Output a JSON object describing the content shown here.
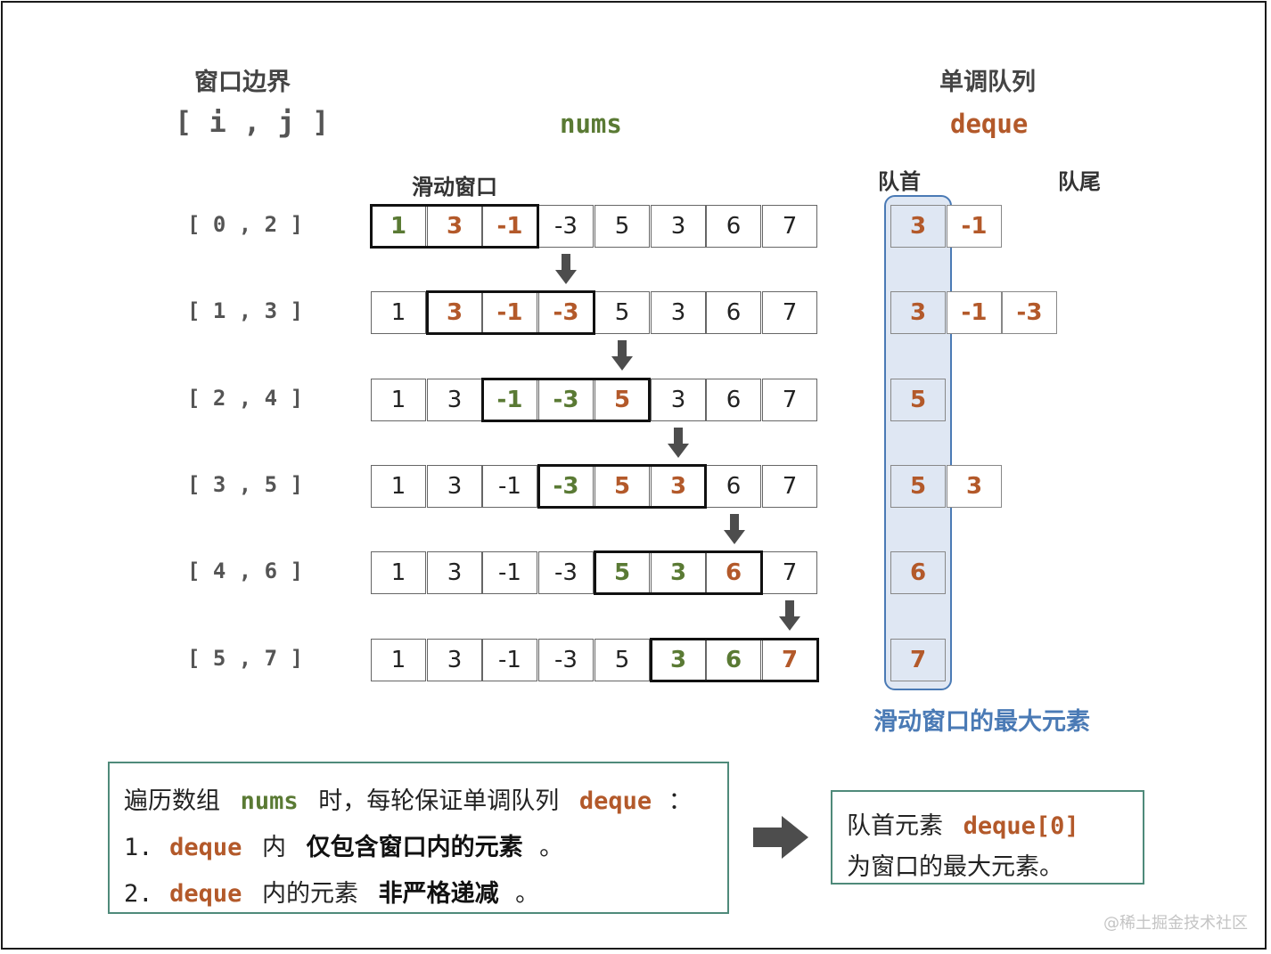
{
  "headers": {
    "window_title": "窗口边界",
    "window_sub": "[ i , j ]",
    "nums_label": "nums",
    "deque_title": "单调队列",
    "deque_label": "deque",
    "sliding_label": "滑动窗口",
    "head_label": "队首",
    "tail_label": "队尾",
    "max_label": "滑动窗口的最大元素"
  },
  "colors": {
    "green": "#5a7a34",
    "orange": "#b3592a",
    "blue": "#4a7ab5",
    "teal_border": "#4f8a7a"
  },
  "rows": [
    {
      "range": "[ 0 , 2 ]",
      "nums": [
        "1",
        "3",
        "-1",
        "-3",
        "5",
        "3",
        "6",
        "7"
      ],
      "colors": [
        "g",
        "o",
        "o",
        "",
        "",
        "",
        "",
        ""
      ],
      "window": [
        0,
        2
      ],
      "deque": [
        "3",
        "-1"
      ]
    },
    {
      "range": "[ 1 , 3 ]",
      "nums": [
        "1",
        "3",
        "-1",
        "-3",
        "5",
        "3",
        "6",
        "7"
      ],
      "colors": [
        "",
        "o",
        "o",
        "o",
        "",
        "",
        "",
        ""
      ],
      "window": [
        1,
        3
      ],
      "deque": [
        "3",
        "-1",
        "-3"
      ]
    },
    {
      "range": "[ 2 , 4 ]",
      "nums": [
        "1",
        "3",
        "-1",
        "-3",
        "5",
        "3",
        "6",
        "7"
      ],
      "colors": [
        "",
        "",
        "g",
        "g",
        "o",
        "",
        "",
        ""
      ],
      "window": [
        2,
        4
      ],
      "deque": [
        "5"
      ]
    },
    {
      "range": "[ 3 , 5 ]",
      "nums": [
        "1",
        "3",
        "-1",
        "-3",
        "5",
        "3",
        "6",
        "7"
      ],
      "colors": [
        "",
        "",
        "",
        "g",
        "o",
        "o",
        "",
        ""
      ],
      "window": [
        3,
        5
      ],
      "deque": [
        "5",
        "3"
      ]
    },
    {
      "range": "[ 4 , 6 ]",
      "nums": [
        "1",
        "3",
        "-1",
        "-3",
        "5",
        "3",
        "6",
        "7"
      ],
      "colors": [
        "",
        "",
        "",
        "",
        "g",
        "g",
        "o",
        ""
      ],
      "window": [
        4,
        6
      ],
      "deque": [
        "6"
      ]
    },
    {
      "range": "[ 5 , 7 ]",
      "nums": [
        "1",
        "3",
        "-1",
        "-3",
        "5",
        "3",
        "6",
        "7"
      ],
      "colors": [
        "",
        "",
        "",
        "",
        "",
        "g",
        "g",
        "o"
      ],
      "window": [
        5,
        7
      ],
      "deque": [
        "7"
      ]
    }
  ],
  "explain": {
    "line1_pre": "遍历数组",
    "line1_nums": "nums",
    "line1_mid": "时，每轮保证单调队列",
    "line1_deque": "deque",
    "line1_end": "：",
    "line2_num": "1.",
    "line2_deque": "deque",
    "line2_mid": "内",
    "line2_bold": "仅包含窗口内的元素",
    "line2_end": "。",
    "line3_num": "2.",
    "line3_deque": "deque",
    "line3_mid": "内的元素",
    "line3_bold": "非严格递减",
    "line3_end": "。"
  },
  "result": {
    "line1_pre": "队首元素",
    "line1_code": "deque[0]",
    "line2": "为窗口的最大元素。"
  },
  "watermark": "@稀土掘金技术社区"
}
